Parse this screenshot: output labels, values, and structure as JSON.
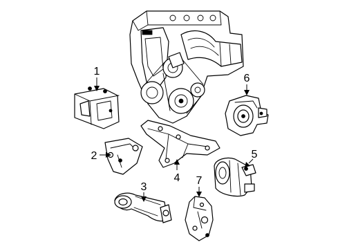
{
  "callouts": [
    {
      "id": "1",
      "label": "1",
      "part": "engine-mount-bracket"
    },
    {
      "id": "2",
      "label": "2",
      "part": "left-mount-bracket"
    },
    {
      "id": "3",
      "label": "3",
      "part": "torque-rod"
    },
    {
      "id": "4",
      "label": "4",
      "part": "transmission-support-bracket"
    },
    {
      "id": "5",
      "label": "5",
      "part": "transmission-mount"
    },
    {
      "id": "6",
      "label": "6",
      "part": "rear-engine-mount"
    },
    {
      "id": "7",
      "label": "7",
      "part": "mount-bracket-lower"
    }
  ]
}
